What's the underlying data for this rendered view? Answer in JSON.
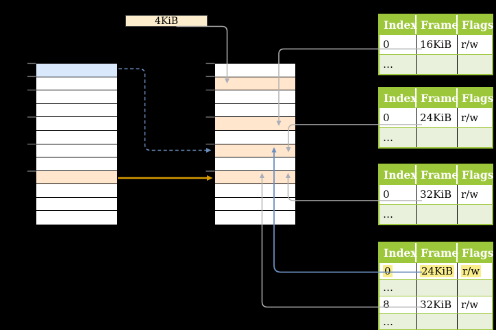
{
  "frame_size_label": "4KiB",
  "page_table_columns": [
    "Index",
    "Frame",
    "Flags"
  ],
  "page_tables": [
    {
      "rows": [
        {
          "index": "0",
          "frame": "16KiB",
          "flags": "r/w"
        },
        {
          "index": "…",
          "frame": "",
          "flags": ""
        }
      ]
    },
    {
      "rows": [
        {
          "index": "0",
          "frame": "24KiB",
          "flags": "r/w"
        },
        {
          "index": "…",
          "frame": "",
          "flags": ""
        }
      ]
    },
    {
      "rows": [
        {
          "index": "0",
          "frame": "32KiB",
          "flags": "r/w"
        },
        {
          "index": "…",
          "frame": "",
          "flags": ""
        }
      ]
    },
    {
      "rows": [
        {
          "index": "0",
          "frame": "24KiB",
          "flags": "r/w",
          "highlighted": true
        },
        {
          "index": "…",
          "frame": "",
          "flags": ""
        },
        {
          "index": "8",
          "frame": "32KiB",
          "flags": "r/w"
        },
        {
          "index": "…",
          "frame": "",
          "flags": ""
        }
      ]
    }
  ],
  "virtual_memory": {
    "row_count": 12,
    "blue_row_index": 0,
    "orange_row_index": 8
  },
  "physical_memory": {
    "row_count": 12,
    "orange_row_indices": [
      1,
      4,
      6,
      8
    ]
  },
  "colors": {
    "background": "#000000",
    "table_header_green": "#9DC73B",
    "table_row_light_green": "#E9F1DC",
    "highlight_yellow": "#FAEE8C",
    "page_blue": "#DAE8FC",
    "frame_orange": "#FFE6CC",
    "frame_box_cream": "#FCEDCC",
    "arrow_orange": "#D79B00",
    "arrow_blue": "#6C8EBF",
    "arrow_gray": "#B3B3B3"
  }
}
